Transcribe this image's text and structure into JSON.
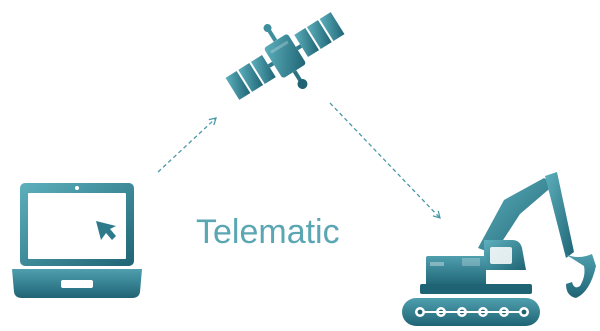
{
  "diagram": {
    "label": "Telematic",
    "label_color": "#5aa6b2",
    "icons": [
      "satellite-icon",
      "laptop-icon",
      "excavator-icon"
    ],
    "connectors": [
      {
        "from": "laptop-icon",
        "to": "satellite-icon",
        "style": "dashed-arrow"
      },
      {
        "from": "satellite-icon",
        "to": "excavator-icon",
        "style": "dashed-arrow"
      }
    ],
    "colors": {
      "gradient_light": "#5db0bd",
      "gradient_dark": "#1f6475",
      "connector": "#4a98a8",
      "background": "#ffffff"
    }
  }
}
